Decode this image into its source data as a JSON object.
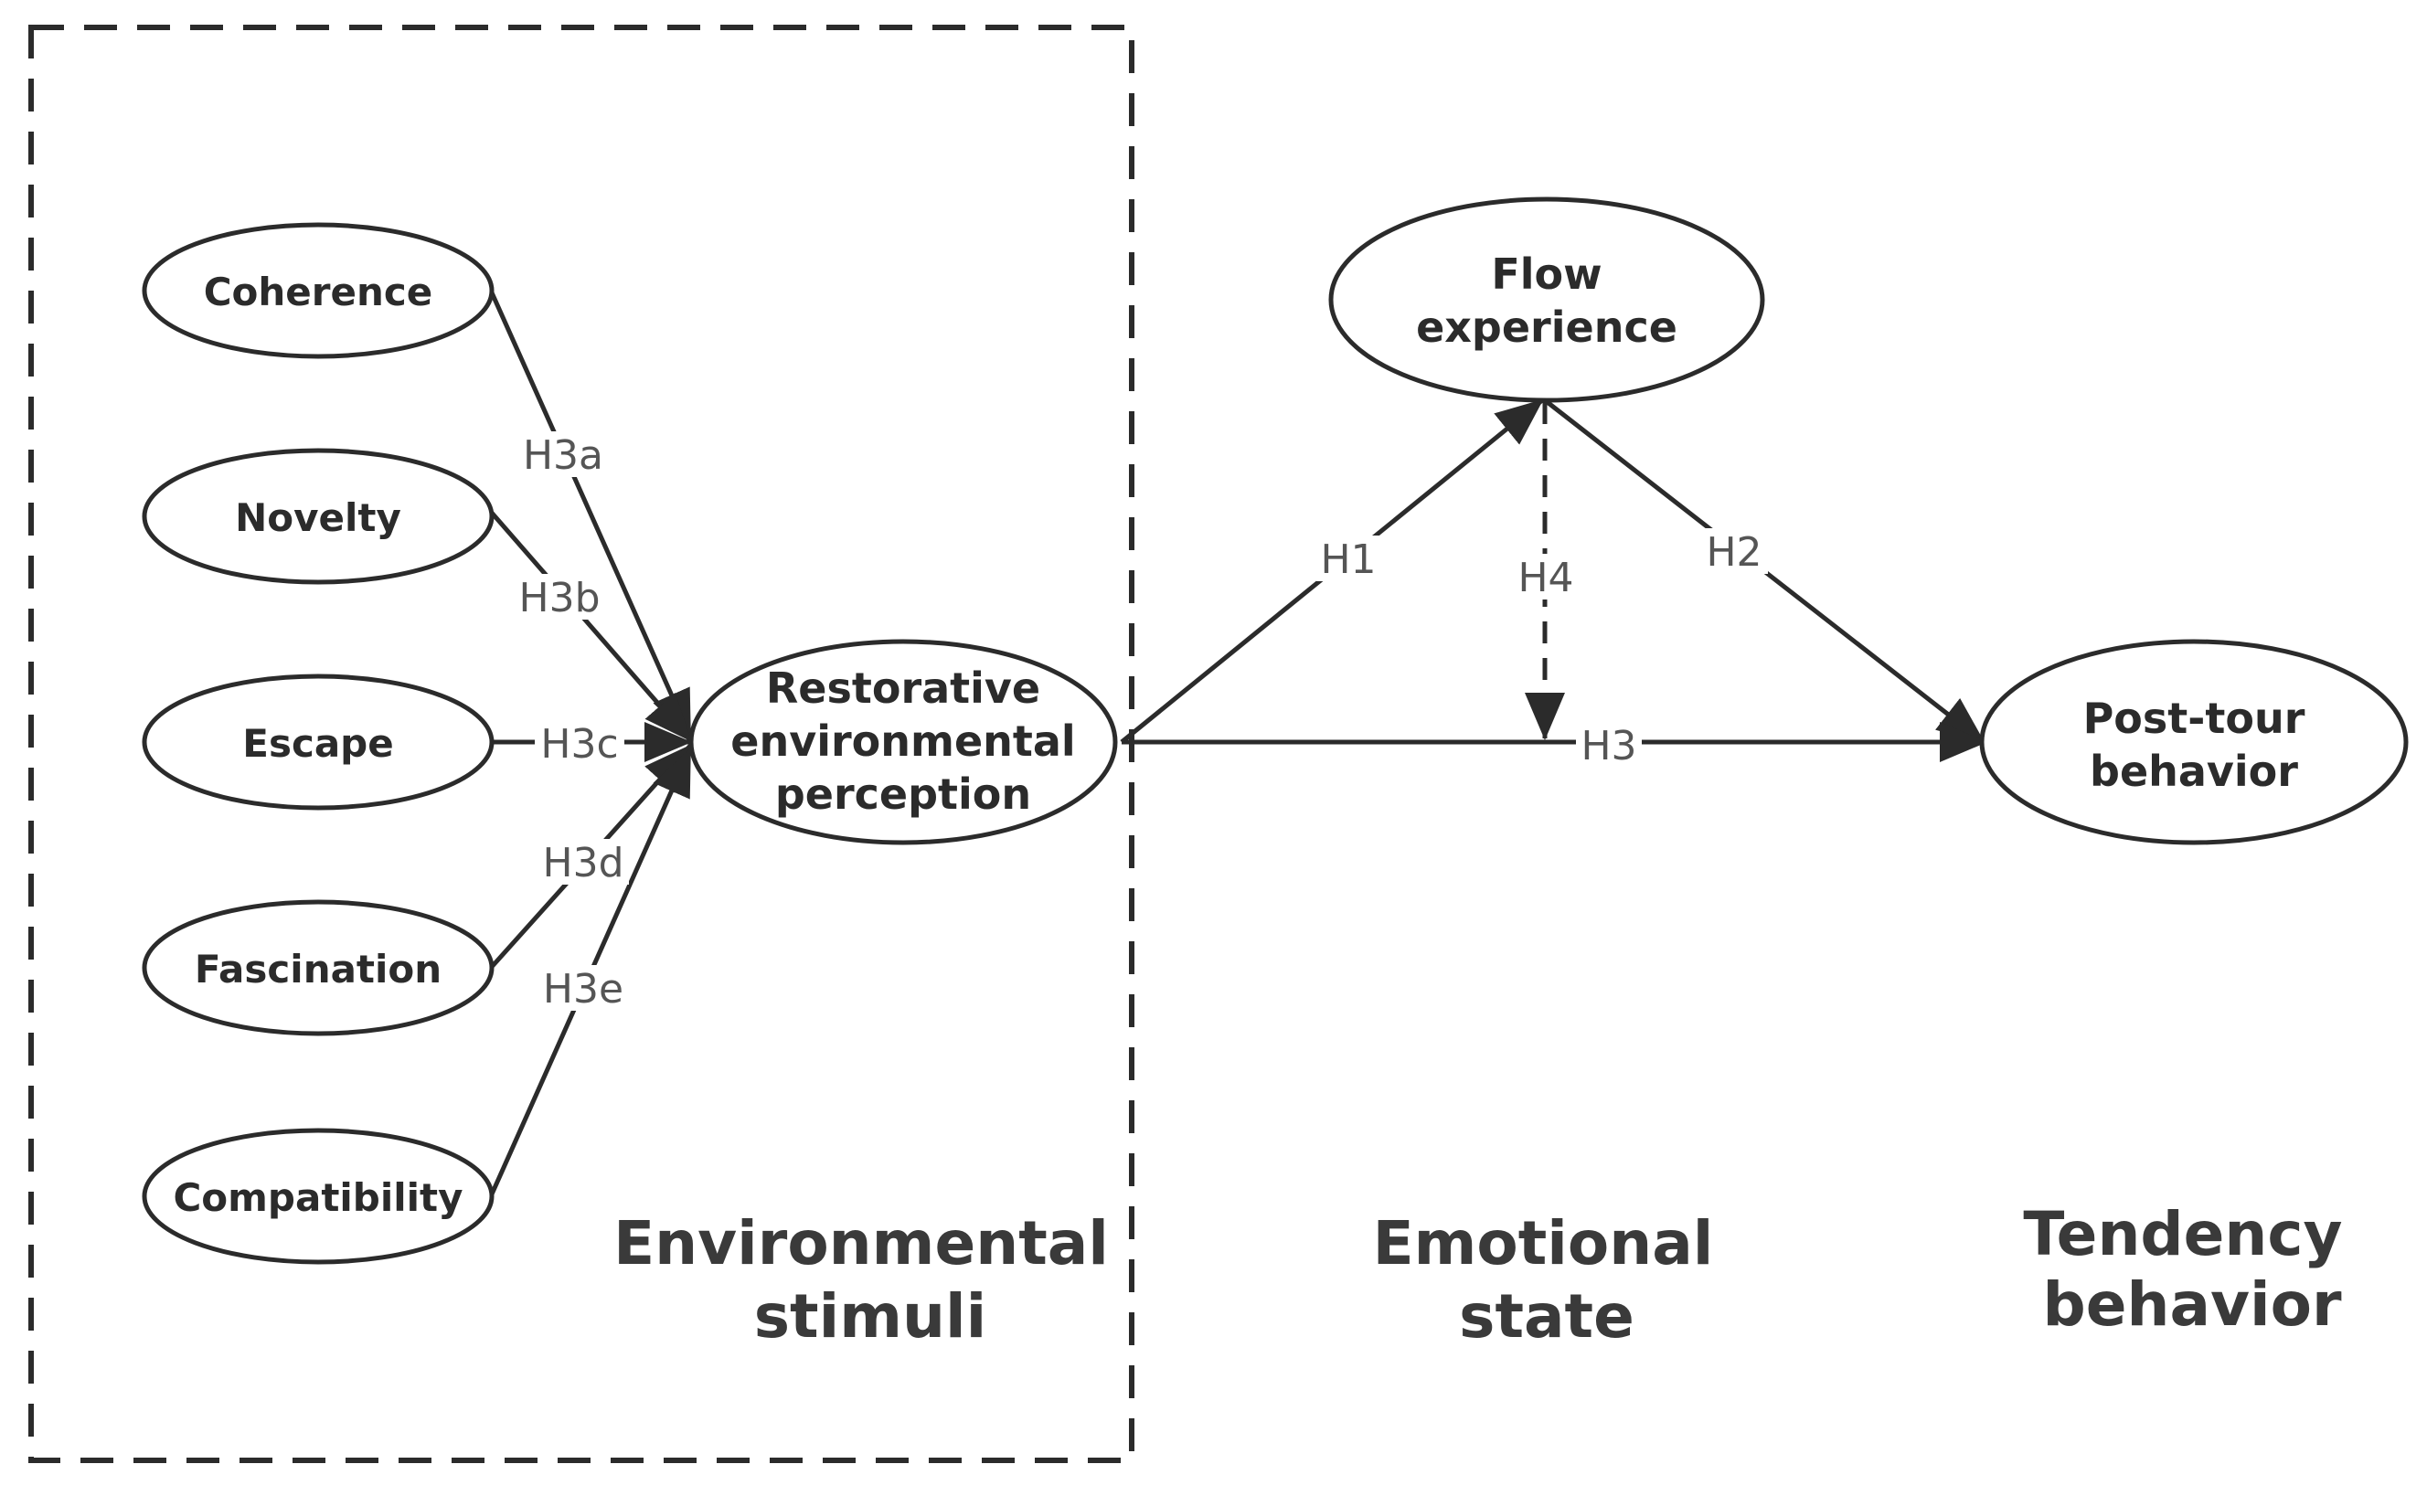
{
  "nodes": {
    "coherence": "Coherence",
    "novelty": "Novelty",
    "escape": "Escape",
    "fascination": "Fascination",
    "compatibility": "Compatibility",
    "restorative": [
      "Restorative",
      "environmental",
      "perception"
    ],
    "flow": [
      "Flow",
      "experience"
    ],
    "post_tour": [
      "Post-tour",
      "behavior"
    ]
  },
  "edges": {
    "h3a": "H3a",
    "h3b": "H3b",
    "h3c": "H3c",
    "h3d": "H3d",
    "h3e": "H3e",
    "h1": "H1",
    "h2": "H2",
    "h3": "H3",
    "h4": "H4"
  },
  "groups": {
    "environmental": [
      "Environmental",
      "stimuli"
    ],
    "emotional": [
      "Emotional",
      "state"
    ],
    "tendency": [
      "Tendency",
      "behavior"
    ]
  },
  "colors": {
    "line": "#2b2b2b",
    "label": "#555555",
    "group_label": "#3a3a3a"
  }
}
